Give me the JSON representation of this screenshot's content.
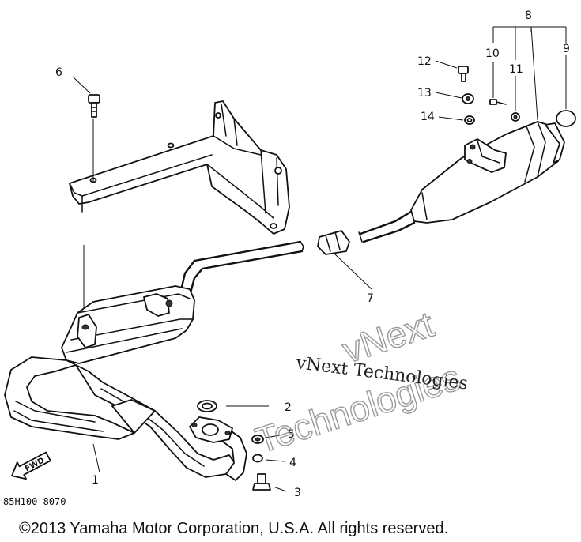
{
  "diagram": {
    "callouts": [
      "1",
      "2",
      "3",
      "4",
      "5",
      "6",
      "7",
      "8",
      "9",
      "10",
      "11",
      "12",
      "13",
      "14"
    ],
    "direction_label": "FWD",
    "drawing_code": "85H100-8070",
    "copyright": "©2013 Yamaha Motor Corporation, U.S.A. All rights reserved.",
    "watermark_small": "vNext Technologies",
    "watermark_large_line1": "vNext",
    "watermark_large_line2": "Technologies"
  }
}
